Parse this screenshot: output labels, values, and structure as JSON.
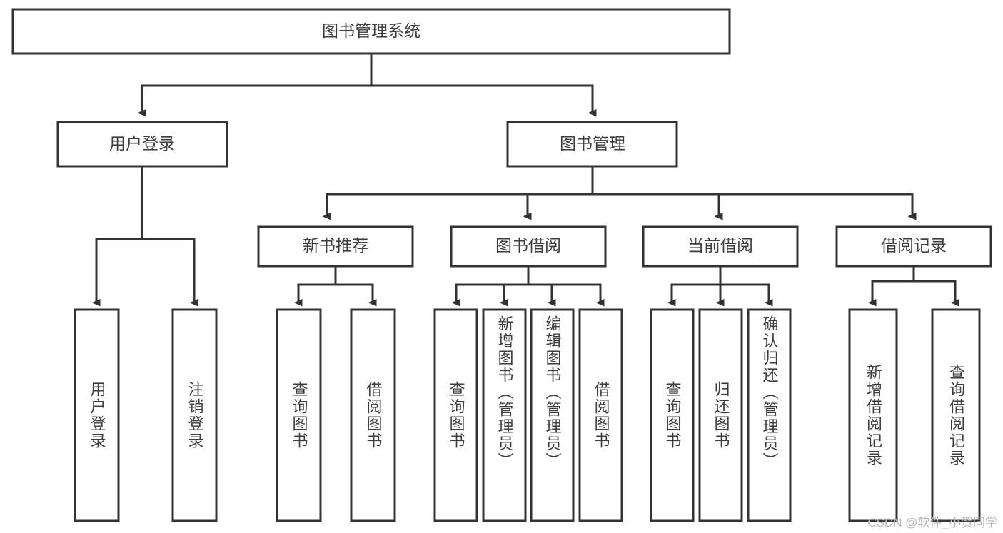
{
  "diagram": {
    "type": "tree-hierarchy-flowchart",
    "orientation": "top-down",
    "root": {
      "id": "root",
      "label": "图书管理系统"
    },
    "level2": [
      {
        "id": "user-login",
        "label": "用户登录"
      },
      {
        "id": "book-manage",
        "label": "图书管理"
      }
    ],
    "level3": [
      {
        "id": "new-book-rec",
        "label": "新书推荐",
        "parent": "book-manage"
      },
      {
        "id": "book-borrow",
        "label": "图书借阅",
        "parent": "book-manage"
      },
      {
        "id": "current-borrow",
        "label": "当前借阅",
        "parent": "book-manage"
      },
      {
        "id": "borrow-record",
        "label": "借阅记录",
        "parent": "book-manage"
      }
    ],
    "leaves": [
      {
        "id": "leaf-user-login",
        "label": "用户登录",
        "parent": "user-login"
      },
      {
        "id": "leaf-logout",
        "label": "注销登录",
        "parent": "user-login"
      },
      {
        "id": "leaf-query-book-1",
        "label": "查询图书",
        "parent": "new-book-rec"
      },
      {
        "id": "leaf-borrow-book-1",
        "label": "借阅图书",
        "parent": "new-book-rec"
      },
      {
        "id": "leaf-query-book-2",
        "label": "查询图书",
        "parent": "book-borrow"
      },
      {
        "id": "leaf-add-book",
        "label": "新增图书（管理员）",
        "parent": "book-borrow"
      },
      {
        "id": "leaf-edit-book",
        "label": "编辑图书（管理员）",
        "parent": "book-borrow"
      },
      {
        "id": "leaf-borrow-book-2",
        "label": "借阅图书",
        "parent": "book-borrow"
      },
      {
        "id": "leaf-query-book-3",
        "label": "查询图书",
        "parent": "current-borrow"
      },
      {
        "id": "leaf-return-book",
        "label": "归还图书",
        "parent": "current-borrow"
      },
      {
        "id": "leaf-confirm-return",
        "label": "确认归还（管理员）",
        "parent": "current-borrow"
      },
      {
        "id": "leaf-add-record",
        "label": "新增借阅记录",
        "parent": "borrow-record"
      },
      {
        "id": "leaf-query-record",
        "label": "查询借阅记录",
        "parent": "borrow-record"
      }
    ],
    "colors": {
      "box_stroke": "#333333",
      "box_fill": "#ffffff",
      "text": "#3d3d3d",
      "edge": "#333333",
      "background": "#ffffff",
      "watermark": "#b9b9b9"
    }
  },
  "watermark": {
    "text": "CSDN @软件_小贺同学"
  }
}
